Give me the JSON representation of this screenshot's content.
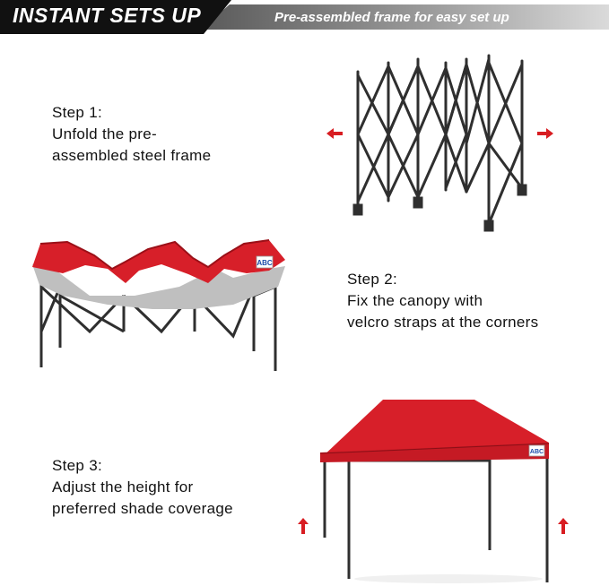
{
  "banner": {
    "title": "INSTANT SETS UP",
    "subtitle": "Pre-assembled frame for easy set up"
  },
  "steps": [
    {
      "heading": "Step 1:",
      "line1": "Unfold the pre-",
      "line2": "assembled steel frame"
    },
    {
      "heading": "Step 2:",
      "line1": "Fix the canopy with",
      "line2": "velcro straps at the corners"
    },
    {
      "heading": "Step 3:",
      "line1": "Adjust the height for",
      "line2": "preferred shade coverage"
    }
  ],
  "canopy_logo": "ABC",
  "colors": {
    "arrow_red": "#d81d22",
    "canopy_red": "#d71f29",
    "frame_dark": "#2f2f2f",
    "banner_black": "#111111"
  },
  "icons": [
    "arrow-left-icon",
    "arrow-right-icon",
    "arrow-up-icon"
  ]
}
